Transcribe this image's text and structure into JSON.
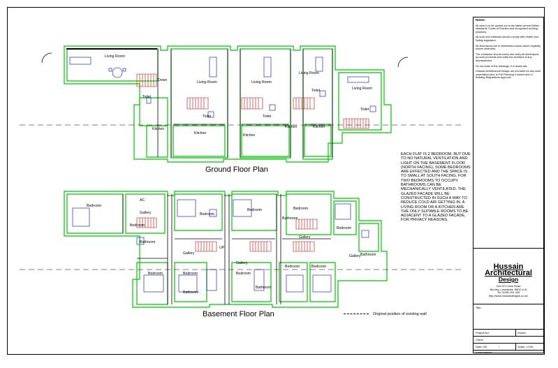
{
  "drawing": {
    "ground_floor_title": "Ground Floor Plan",
    "basement_floor_title": "Basement Floor Plan",
    "description": "Each flat is 2 bedroom, but due to no natural ventilation and light on the basement floor (north facing), some bedrooms are effected and the space is to small at south facing, for two bedrooms to occupy. Bathrooms can be mechanically ventilated. The glazed facade will be constructed in such a way to reduce cold air getting in. A living room or a kitchen are the only suitable rooms to be adjacent to a glazed facade, for privacy reasons.",
    "legend_label": "Original position of existing wall"
  },
  "ground_rooms": {
    "living1": "Living Room",
    "living2": "Living Room",
    "living3": "Living Room",
    "living4": "Living Room",
    "living5": "Living Room",
    "toilet1": "Toilet",
    "toilet2": "Toilet",
    "toilet3": "Toilet",
    "toilet4": "Toilet",
    "toilet5": "Toilet",
    "kitchen1": "Kitchen",
    "kitchen2": "Kitchen",
    "kitchen3": "Kitchen",
    "kitchen4": "Kitchen",
    "kitchen5": "Kitchen",
    "down": "Down"
  },
  "basement_rooms": {
    "bedroom1": "Bedroom",
    "bedroom2": "Bedroom",
    "bedroom3": "Bedroom",
    "bedroom4": "Bedroom",
    "bedroom5": "Bedroom",
    "bedroom6": "Bedroom",
    "bedroom7": "Bedroom",
    "bedroom8": "Bedroom",
    "bedroom9": "Bedroom",
    "bedroom10": "Bedroom",
    "bedroom11": "Bedroom",
    "gallery1": "Gallery",
    "gallery2": "Gallery",
    "gallery3": "Gallery",
    "gallery4": "Gallery",
    "gallery5": "Gallery",
    "bathroom1": "Bathroom",
    "bathroom2": "Bathroom",
    "bathroom3": "Bathroom",
    "bathroom4": "Bathroom",
    "bathroom5": "Bathroom",
    "ac": "AC",
    "up": "UP"
  },
  "title_block": {
    "notes_heading": "Notes:",
    "notes": [
      "All work is to be carried out to the latest current British standards Codes of Practice and recognised working practices.",
      "All work and materials should comply with Health and Safety legislation.",
      "All dimensions are in millimetres unless where explicitly shown otherwise.",
      "The contractor should check and verify all dimensions as work proceeds and notify the architect of any discrepancies.",
      "Do not scale of the drawings, if in doubt ask.",
      "Hussain Architectural Design are not liable for any work undertaken prior to Full Planning Consent and or Building Regulations Approval."
    ],
    "company_line1": "Hussain Architectural",
    "company_line2": "Design",
    "address": [
      "118-121 Colne Road",
      "Burnley, Lancashire. BB10 1LN",
      "Tel: 01282 451 405",
      "http://www.hussaindesigns.co.uk/"
    ],
    "title_label": "Title:",
    "project_label": "Project No:",
    "drawn_label": "Drawn:",
    "client_label": "Client:",
    "date_label": "Date: 0/0",
    "date_sep": "/",
    "scale_label": "Scale: 1:100",
    "amendments_label": "Amendments:"
  },
  "colors": {
    "wall": "#00c800",
    "stairs": "#c80000",
    "furniture": "#0000c8",
    "lines": "#000000"
  }
}
